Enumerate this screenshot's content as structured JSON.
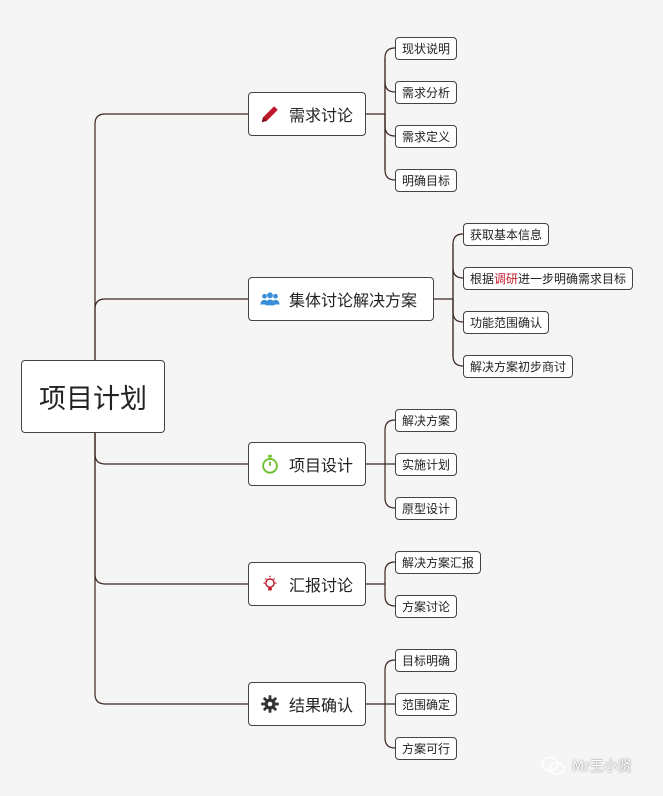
{
  "root": {
    "label": "项目计划"
  },
  "branches": [
    {
      "label": "需求讨论",
      "icon": "pencil-icon",
      "color": "#c0192c",
      "children": [
        "现状说明",
        "需求分析",
        "需求定义",
        "明确目标"
      ]
    },
    {
      "label": "集体讨论解决方案",
      "icon": "people-icon",
      "color": "#3b8fd9",
      "children": [
        "获取基本信息",
        "根据调研进一步明确需求目标",
        "功能范围确认",
        "解决方案初步商讨"
      ]
    },
    {
      "label": "项目设计",
      "icon": "stopwatch-icon",
      "color": "#6cbf2a",
      "children": [
        "解决方案",
        "实施计划",
        "原型设计"
      ]
    },
    {
      "label": "汇报讨论",
      "icon": "lightbulb-icon",
      "color": "#c0192c",
      "children": [
        "解决方案汇报",
        "方案讨论"
      ]
    },
    {
      "label": "结果确认",
      "icon": "gear-icon",
      "color": "#333333",
      "children": [
        "目标明确",
        "范围确定",
        "方案可行"
      ]
    }
  ],
  "highlight": {
    "prefix": "根据",
    "word": "调研",
    "suffix": "进一步明确需求目标",
    "color": "#c0192c"
  },
  "watermark": {
    "text": "Mr王小贤",
    "icon": "wechat-icon"
  }
}
